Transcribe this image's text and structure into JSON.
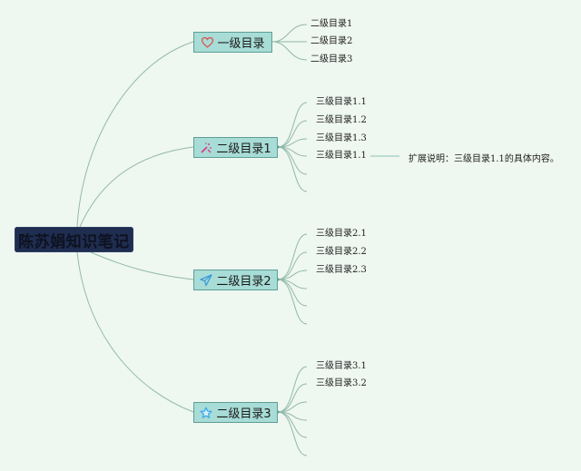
{
  "root": {
    "label": "陈苏娟知识笔记"
  },
  "branches": [
    {
      "label": "一级目录",
      "icon": "heart-icon",
      "icon_color": "#d9534f",
      "children": [
        "二级目录1",
        "二级目录2",
        "二级目录3"
      ]
    },
    {
      "label": "二级目录1",
      "icon": "magic-wand-icon",
      "icon_color": "#d6408a",
      "children": [
        "三级目录1.1",
        "三级目录1.2",
        "三级目录1.3",
        "三级目录1.1",
        "",
        ""
      ]
    },
    {
      "label": "二级目录2",
      "icon": "paper-plane-icon",
      "icon_color": "#3a9ad9",
      "children": [
        "三级目录2.1",
        "三级目录2.2",
        "三级目录2.3",
        "",
        "",
        ""
      ]
    },
    {
      "label": "二级目录3",
      "icon": "star-icon",
      "icon_color": "#3aa8e8",
      "children": [
        "三级目录3.1",
        "三级目录3.2",
        "",
        "",
        "",
        ""
      ]
    }
  ],
  "note": {
    "attached_to": "三级目录1.1",
    "text": "扩展说明：三级目录1.1的具体内容。"
  },
  "colors": {
    "background": "#eef7f0",
    "root_fill": "#1f2d50",
    "node_fill": "#a8dcd6",
    "node_border": "#5e9f95",
    "edge": "#8fb8a8"
  }
}
